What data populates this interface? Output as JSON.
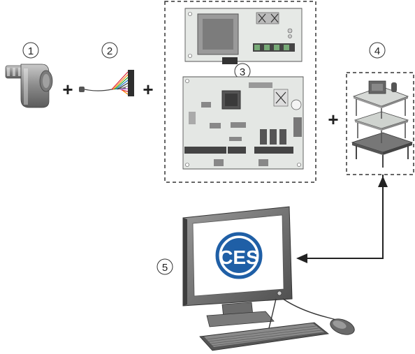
{
  "labels": {
    "cylinder": "1",
    "cable": "2",
    "controller": "3",
    "module": "4",
    "computer": "5"
  },
  "operators": {
    "plus1": "+",
    "plus2": "+",
    "plus3": "+"
  },
  "logo_text": "CES",
  "colors": {
    "logo_blue": "#1f5fa6",
    "board_green": "#dfe6df",
    "line": "#333333"
  },
  "icons": [
    "lock-cylinder-icon",
    "cable-connector-icon",
    "controller-board-icon",
    "electronic-module-icon",
    "computer-icon",
    "ces-logo"
  ]
}
